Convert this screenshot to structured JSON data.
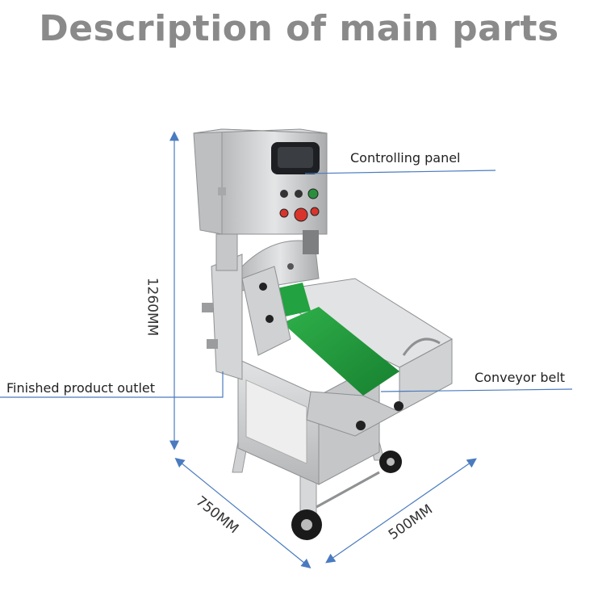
{
  "title": "Description of main parts",
  "labels": {
    "controlling_panel": "Controlling panel",
    "conveyor_belt": "Conveyor belt",
    "finished_product_outlet": "Finished product outlet"
  },
  "dimensions": {
    "height": "1260MM",
    "depth": "750MM",
    "width": "500MM"
  },
  "colors": {
    "title": "#8a8a8a",
    "leader_line": "#4a7bbf",
    "belt": "#1e9a3a",
    "steel": "#c9cbcd",
    "knob_red": "#d9342b",
    "knob_green": "#2a8f3c"
  }
}
